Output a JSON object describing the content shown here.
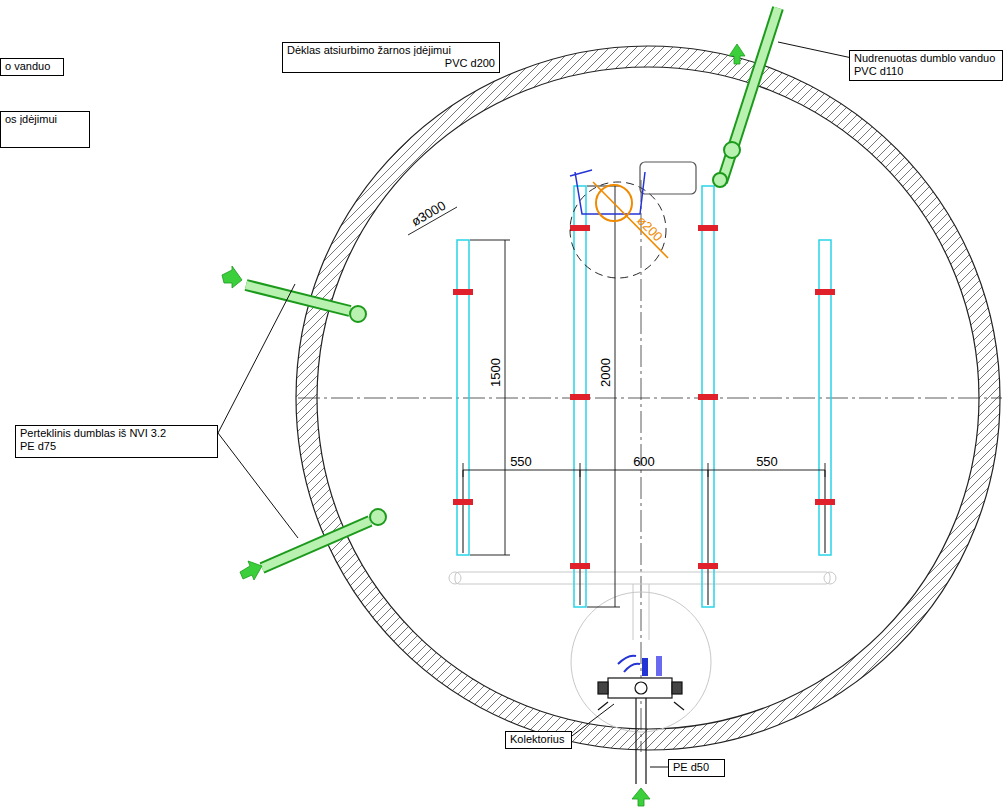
{
  "diagram": {
    "nodes": [
      {
        "text": [
          "o vanduo"
        ]
      },
      {
        "text": [
          "os įdėjimui"
        ]
      },
      {
        "text": [
          "Dėklas atsiurbimo žarnos įdėjimui",
          "PVC d200"
        ]
      },
      {
        "text": [
          "Nudrenuotas dumblo vanduo",
          "PVC d110"
        ]
      },
      {
        "text": [
          "Perteklinis dumblas iš NVI 3.2",
          "PE d75"
        ]
      },
      {
        "text": [
          "Kolektorius"
        ]
      },
      {
        "text": [
          "PE d50"
        ]
      }
    ],
    "labels": [
      "ø3000",
      "ø200",
      "1500",
      "2000",
      "550",
      "600",
      "550"
    ]
  }
}
